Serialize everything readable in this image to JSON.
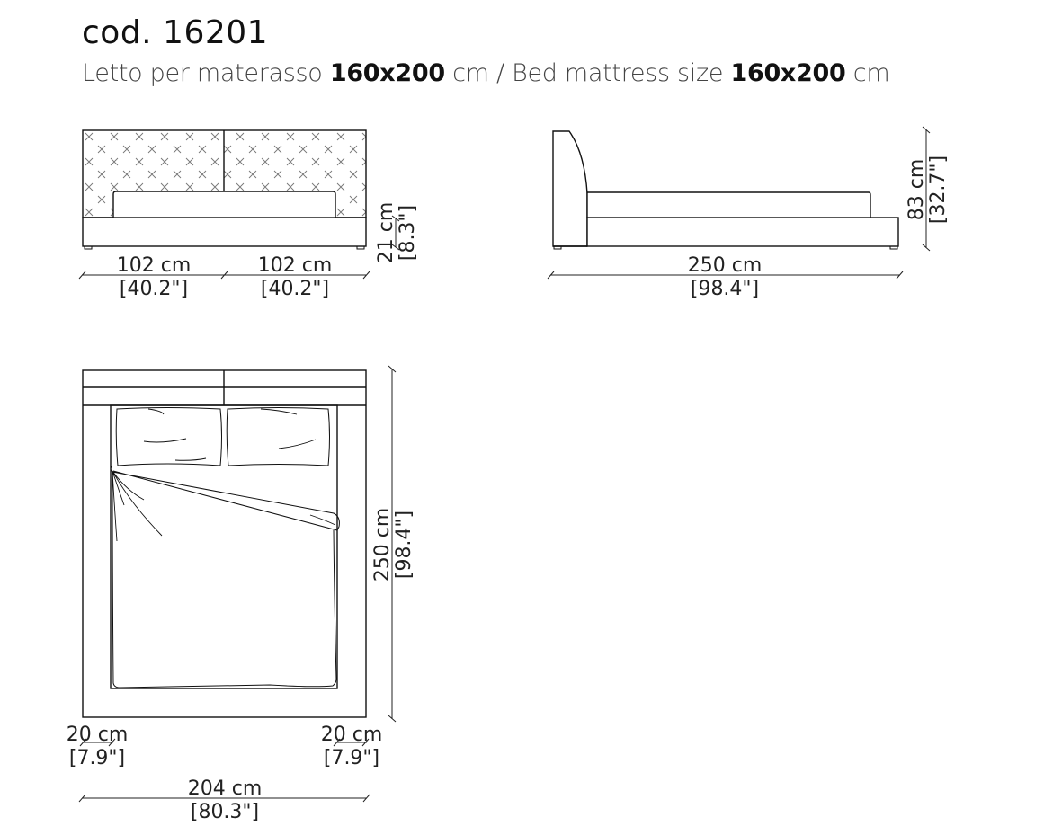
{
  "header": {
    "code": "cod. 16201",
    "subtitle_it_prefix": "Letto per materasso ",
    "subtitle_it_size": "160x200",
    "subtitle_it_unit": " cm / Bed mattress size ",
    "subtitle_en_size": "160x200",
    "subtitle_en_unit": " cm"
  },
  "front_view": {
    "left_width_cm": "102 cm",
    "left_width_in": "[40.2\"]",
    "right_width_cm": "102 cm",
    "right_width_in": "[40.2\"]",
    "base_height_cm": "21 cm",
    "base_height_in": "[8.3\"]"
  },
  "side_view": {
    "length_cm": "250 cm",
    "length_in": "[98.4\"]",
    "height_cm": "83 cm",
    "height_in": "[32.7\"]"
  },
  "plan_view": {
    "length_cm": "250 cm",
    "length_in": "[98.4\"]",
    "left_side_cm": "20 cm",
    "left_side_in": "[7.9\"]",
    "right_side_cm": "20 cm",
    "right_side_in": "[7.9\"]",
    "width_cm": "204 cm",
    "width_in": "[80.3\"]"
  }
}
